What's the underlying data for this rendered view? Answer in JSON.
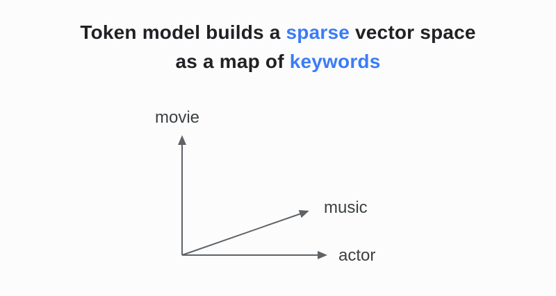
{
  "title": {
    "line1_prefix": "Token model builds a ",
    "line1_highlight": "sparse",
    "line1_suffix": " vector space",
    "line2_prefix": "as a map of ",
    "line2_highlight": "keywords"
  },
  "diagram": {
    "description": "sparse vector space axes",
    "axes": [
      {
        "label": "movie",
        "direction": "up"
      },
      {
        "label": "music",
        "direction": "diagonal-up-right"
      },
      {
        "label": "actor",
        "direction": "right"
      }
    ]
  },
  "colors": {
    "highlight_blue": "#3b7cf6",
    "title_black": "#202124",
    "arrow_gray": "#5f6368",
    "label_gray": "#3c4043",
    "background": "#fcfcfc"
  }
}
